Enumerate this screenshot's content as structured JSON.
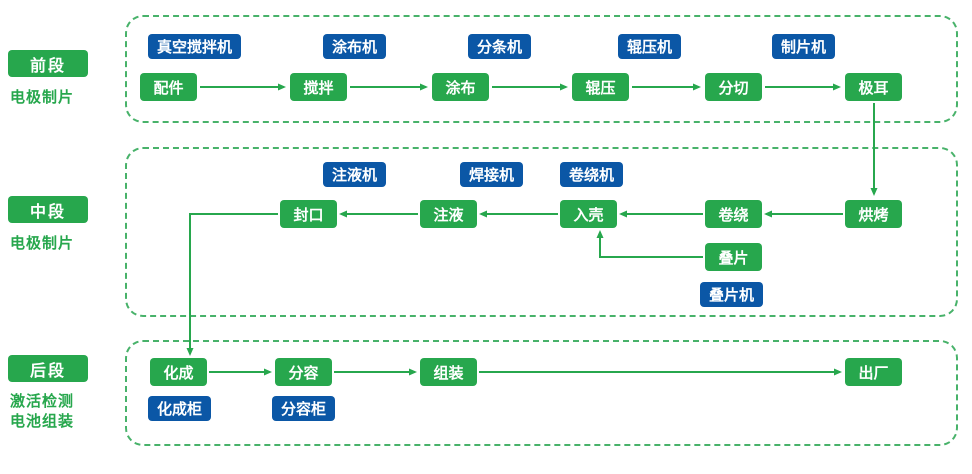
{
  "colors": {
    "green": "#27a74d",
    "blue": "#0b57a6",
    "panel_border": "#48b26a"
  },
  "stages": [
    {
      "label": "前段",
      "sublabels": [
        "电极制片"
      ],
      "machines": [
        "真空搅拌机",
        "涂布机",
        "分条机",
        "辊压机",
        "制片机"
      ],
      "steps": [
        "配件",
        "搅拌",
        "涂布",
        "辊压",
        "分切",
        "极耳"
      ]
    },
    {
      "label": "中段",
      "sublabels": [
        "电极制片"
      ],
      "machines": [
        "注液机",
        "焊接机",
        "卷绕机",
        "叠片机"
      ],
      "steps": [
        "封口",
        "注液",
        "入壳",
        "卷绕",
        "烘烤",
        "叠片"
      ]
    },
    {
      "label": "后段",
      "sublabels": [
        "激活检测",
        "电池组装"
      ],
      "machines": [
        "化成柜",
        "分容柜"
      ],
      "steps": [
        "化成",
        "分容",
        "组装",
        "出厂"
      ]
    }
  ]
}
